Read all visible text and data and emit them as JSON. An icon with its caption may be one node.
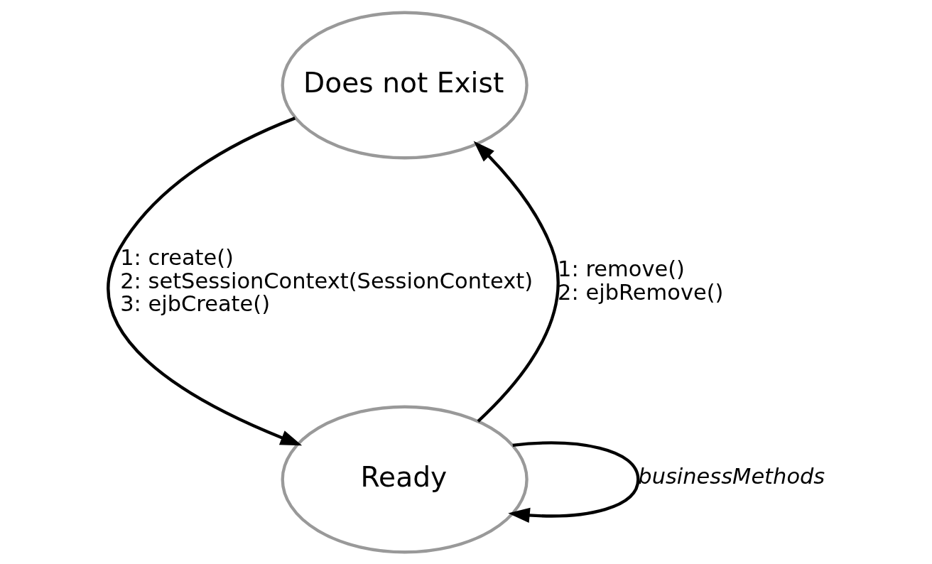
{
  "diagram": {
    "nodes": [
      {
        "text": [
          "Does not Exist"
        ]
      },
      {
        "text": [
          "Ready"
        ]
      }
    ],
    "edges": [
      {
        "from": 0,
        "to": 1,
        "arrow": "to",
        "label": [
          "1: create()",
          "2: setSessionContext(SessionContext)",
          "3: ejbCreate()"
        ]
      },
      {
        "from": 1,
        "to": 0,
        "arrow": "to",
        "label": [
          "1: remove()",
          "2: ejbRemove()"
        ]
      },
      {
        "from": 1,
        "to": 1,
        "arrow": "to",
        "label": "businessMethods"
      }
    ]
  }
}
